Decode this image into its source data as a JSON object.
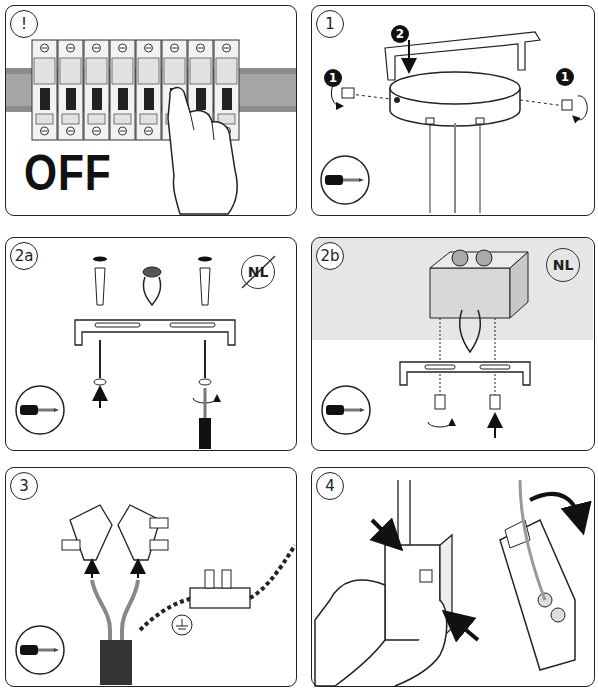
{
  "diagram": {
    "nodes": [
      {
        "text": [
          "!",
          "OFF"
        ]
      },
      {
        "text": [
          "1"
        ]
      },
      {
        "text": [
          "2a"
        ]
      },
      {
        "text": [
          "2b"
        ]
      },
      {
        "text": [
          "3"
        ]
      },
      {
        "text": [
          "4"
        ]
      }
    ],
    "labels": [
      "1",
      "2",
      "1",
      "NL",
      "NL"
    ]
  }
}
